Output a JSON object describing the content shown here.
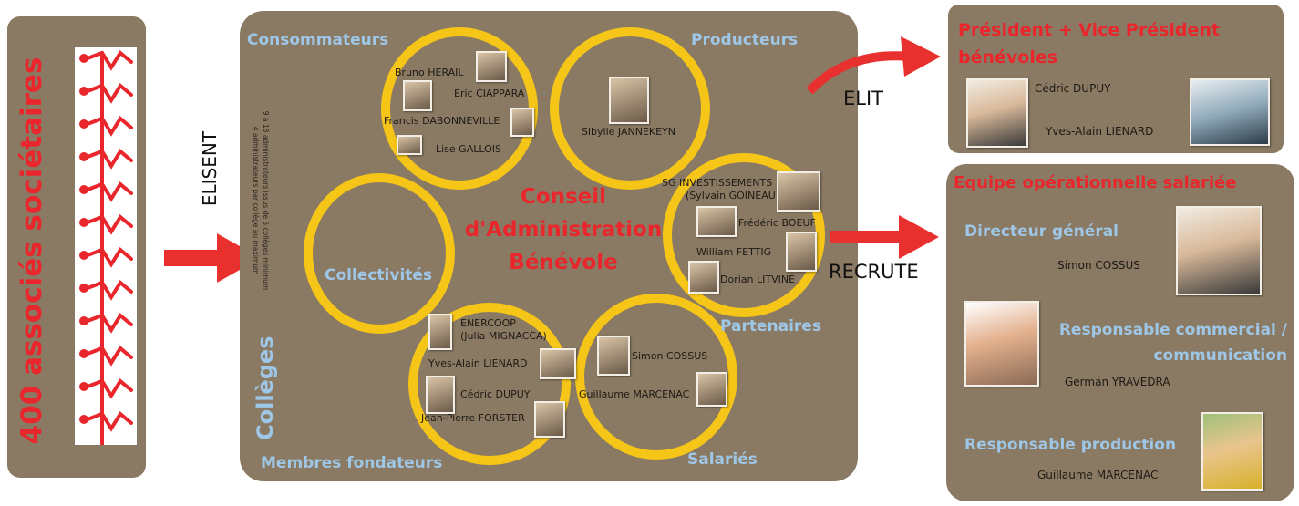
{
  "left": {
    "title": "400 associés sociétaires",
    "arrow_label": "ELISENT"
  },
  "ca": {
    "title_lines": [
      "Conseil",
      "d'Administration",
      "Bénévole"
    ],
    "colleges_label": "Collèges",
    "small_note_lines": [
      "9 à 18 administrateurs issus de 5 collèges minimum",
      "4 administrateurs par collège au maximum"
    ],
    "groups": {
      "consommateurs": {
        "label": "Consommateurs",
        "members": [
          "Bruno HERAIL",
          "Eric CIAPPARA",
          "Francis DABONNEVILLE",
          "Lise GALLOIS"
        ]
      },
      "producteurs": {
        "label": "Producteurs",
        "members": [
          "Sibylle JANNEKEYN"
        ]
      },
      "collectivites": {
        "label": "Collectivités",
        "members": []
      },
      "partenaires": {
        "label": "Partenaires",
        "members": [
          "SG INVESTISSEMENTS",
          "(Sylvain GOINEAU)",
          "Frédéric BOEUF",
          "William FETTIG",
          "Dorian LITVINE"
        ]
      },
      "membres_fondateurs": {
        "label": "Membres fondateurs",
        "members": [
          "ENERCOOP",
          "(Julia MIGNACCA)",
          "Yves-Alain LIENARD",
          "Cédric DUPUY",
          "Jean-Pierre FORSTER"
        ]
      },
      "salaries": {
        "label": "Salariés",
        "members": [
          "Simon COSSUS",
          "Guillaume MARCENAC"
        ]
      }
    }
  },
  "elit": {
    "arrow_label": "ELIT",
    "title_lines": [
      "Président + Vice Président",
      "bénévoles"
    ],
    "members": [
      "Cédric DUPUY",
      "Yves-Alain LIENARD"
    ]
  },
  "recrute": {
    "arrow_label": "RECRUTE",
    "title": "Equipe opérationnelle salariée",
    "roles": [
      {
        "title_lines": [
          "Directeur général"
        ],
        "name": "Simon COSSUS"
      },
      {
        "title_lines": [
          "Responsable commercial /",
          "communication"
        ],
        "name": "Germán YRAVEDRA"
      },
      {
        "title_lines": [
          "Responsable production"
        ],
        "name": "Guillaume MARCENAC"
      }
    ]
  },
  "colors": {
    "panel": "#8a7a63",
    "ring": "#f5c518",
    "accent_red": "#e8262b",
    "label_blue": "#9ec6e6"
  }
}
